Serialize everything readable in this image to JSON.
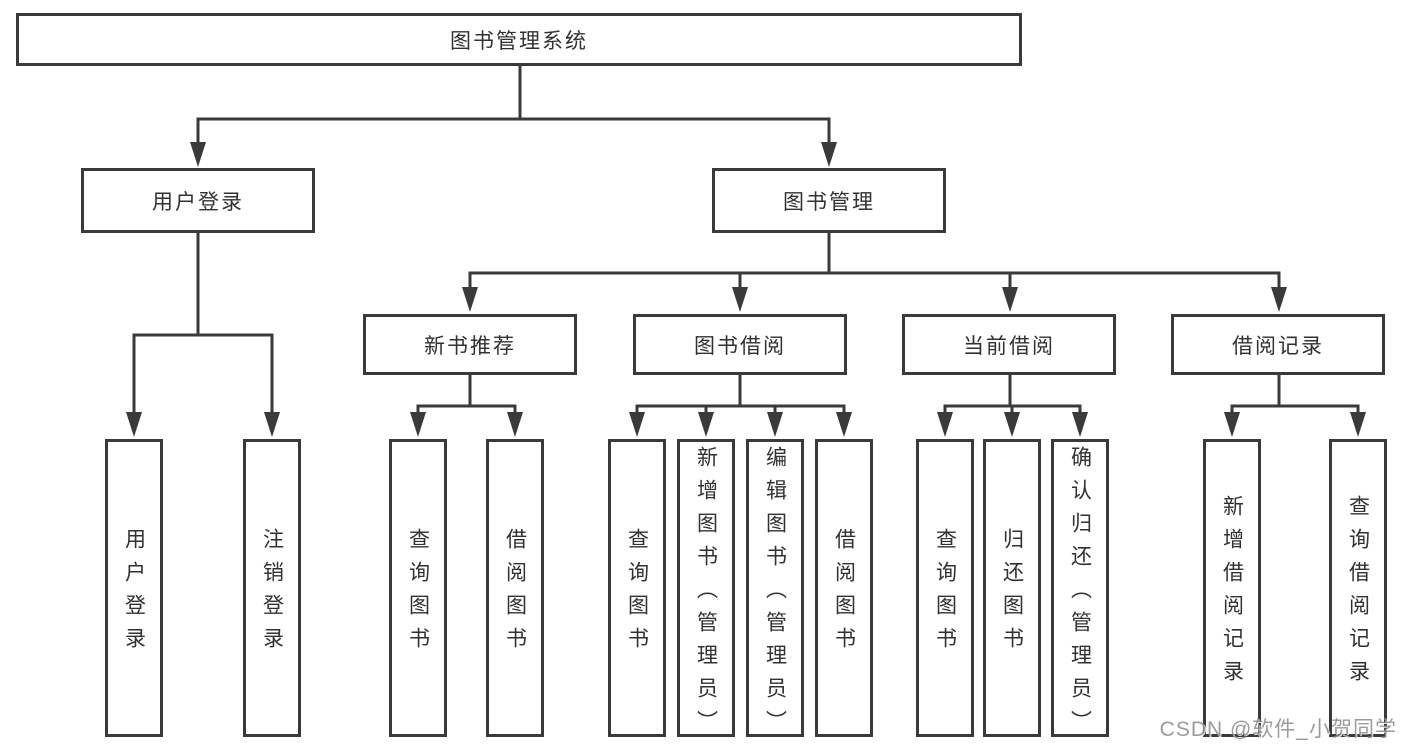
{
  "diagram_type": "hierarchy-tree",
  "tree": {
    "label": "图书管理系统",
    "children": [
      {
        "label": "用户登录",
        "children": [
          {
            "label": "用户登录"
          },
          {
            "label": "注销登录"
          }
        ]
      },
      {
        "label": "图书管理",
        "children": [
          {
            "label": "新书推荐",
            "children": [
              {
                "label": "查询图书"
              },
              {
                "label": "借阅图书"
              }
            ]
          },
          {
            "label": "图书借阅",
            "children": [
              {
                "label": "查询图书"
              },
              {
                "label": "新增图书（管理员）"
              },
              {
                "label": "编辑图书（管理员）"
              },
              {
                "label": "借阅图书"
              }
            ]
          },
          {
            "label": "当前借阅",
            "children": [
              {
                "label": "查询图书"
              },
              {
                "label": "归还图书"
              },
              {
                "label": "确认归还（管理员）"
              }
            ]
          },
          {
            "label": "借阅记录",
            "children": [
              {
                "label": "新增借阅记录"
              },
              {
                "label": "查询借阅记录"
              }
            ]
          }
        ]
      }
    ]
  },
  "watermark": {
    "text": "CSDN @软件_小贺同学"
  },
  "colors": {
    "line": "#3a3a3a",
    "box_border": "#3a3a3a",
    "box_fill": "#ffffff",
    "text": "#313131",
    "background": "#ffffff",
    "watermark": "#8a8a8a"
  }
}
